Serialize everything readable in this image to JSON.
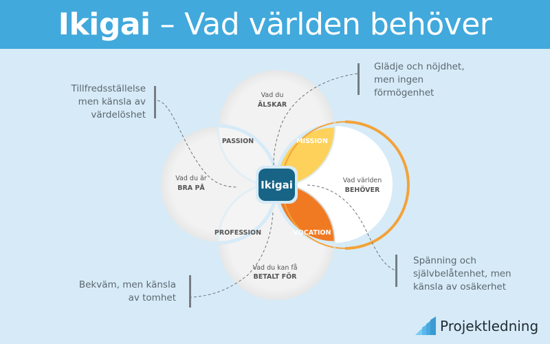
{
  "header": {
    "title_bold": "Ikigai",
    "title_dash": "–",
    "title_rest": "Vad världen behöver",
    "background": "#41a9dc"
  },
  "circles": {
    "top": {
      "line1": "Vad du",
      "line2": "ÄLSKAR"
    },
    "left": {
      "line1": "Vad du är",
      "line2": "BRA PÅ"
    },
    "right": {
      "line1": "Vad världen",
      "line2": "BEHÖVER"
    },
    "bottom": {
      "line1": "Vad du kan få",
      "line2": "BETALT FÖR"
    }
  },
  "overlaps": {
    "passion": "PASSION",
    "mission": "MISSION",
    "profession": "PROFESSION",
    "vocation": "VOCATION",
    "center": "Ikigai"
  },
  "colors": {
    "mission": "#fdd15a",
    "vocation": "#f07a22",
    "center": "#176487",
    "highlight_border": "#f3a23a",
    "circle_fill": "#f0f0f0"
  },
  "notes": {
    "top_left": [
      "Tillfredsställelse",
      "men känsla av",
      "värdelöshet"
    ],
    "top_right": [
      "Glädje och nöjdhet,",
      "men ingen",
      "förmögenhet"
    ],
    "bottom_left": [
      "Bekväm, men känsla",
      "av tomhet"
    ],
    "bottom_right": [
      "Spänning och",
      "självbelåtenhet, men",
      "känsla av osäkerhet"
    ]
  },
  "logo": {
    "text": "Projektledning"
  }
}
